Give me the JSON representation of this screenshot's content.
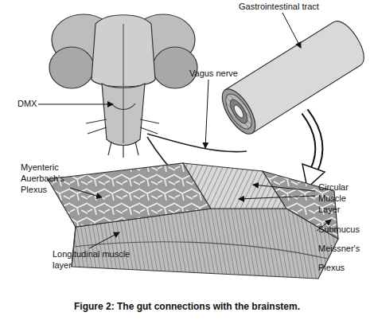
{
  "diagram": {
    "caption": "Figure 2: The gut connections with the brainstem.",
    "labels": [
      "Gastrointestinal tract",
      "Vagus nerve",
      "DMX",
      "Myenteric Auerbach's Plexus",
      "Circular Muscle Layer",
      "Submucus Meissner's Plexus",
      "Longitudinal muscle layer"
    ]
  }
}
